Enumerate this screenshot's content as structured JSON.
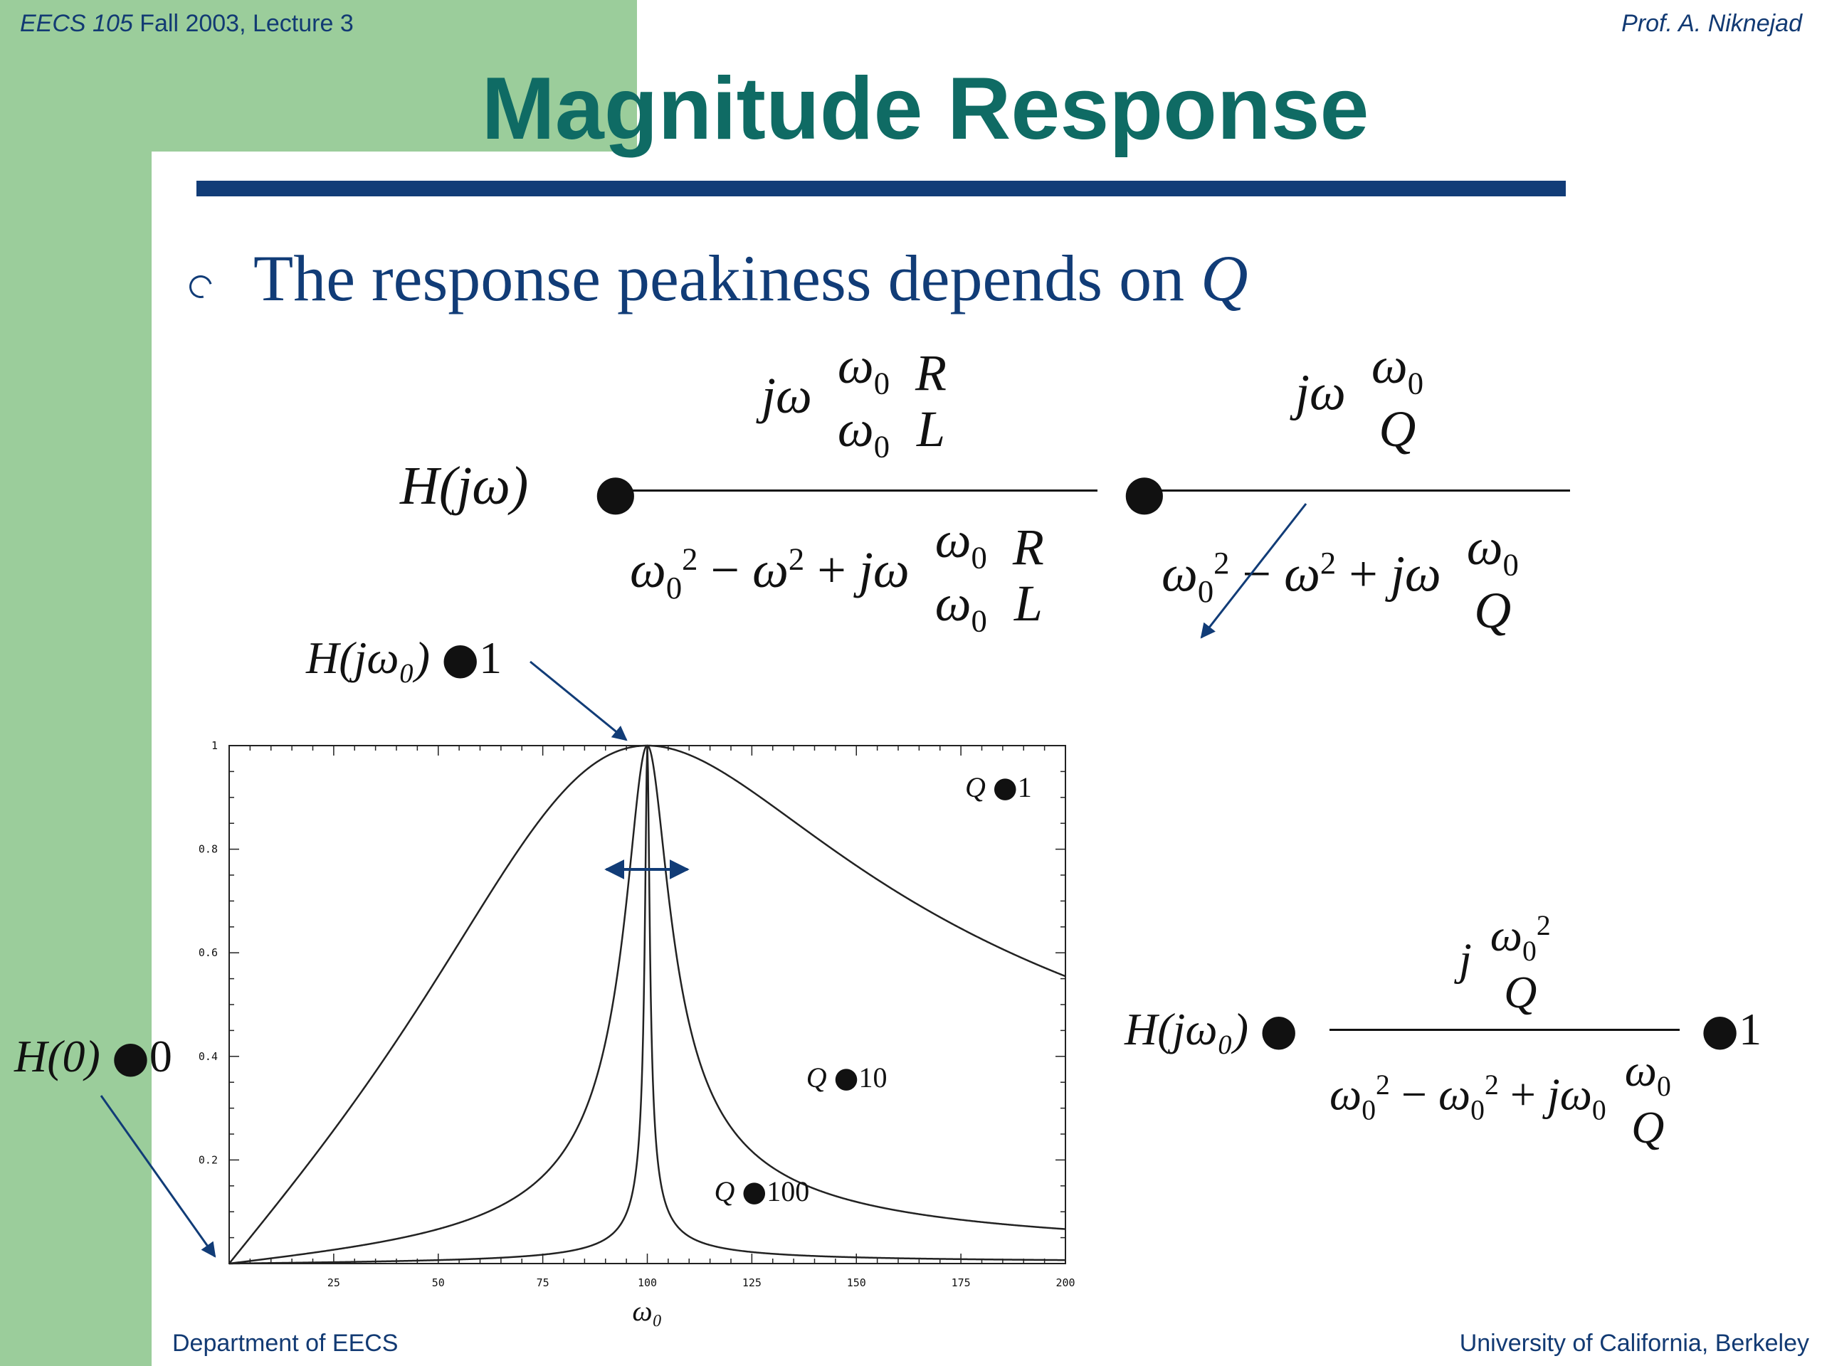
{
  "header": {
    "course": "EECS 105",
    "term": "Fall 2003, Lecture 3",
    "author": "Prof. A. Niknejad"
  },
  "title": "Magnitude Response",
  "bullet": {
    "text": "The response peakiness depends on",
    "var": "Q"
  },
  "equations": {
    "main_lhs": "H(jω)",
    "peak_lhs": "H(jω₀)",
    "peak_value": "1",
    "dc_lhs": "H(0)",
    "dc_value": "0",
    "resonance_lhs": "H(jω₀)",
    "resonance_value": "1"
  },
  "chart_data": {
    "type": "line",
    "x_label": "ω₀",
    "x_ticks": [
      25,
      50,
      75,
      100,
      125,
      150,
      175,
      200
    ],
    "y_ticks": [
      0.2,
      0.4,
      0.6,
      0.8,
      1
    ],
    "xlim": [
      0,
      200
    ],
    "ylim": [
      0,
      1
    ],
    "w0": 100,
    "series": [
      {
        "name": "Q = 1",
        "label_q": "Q",
        "label_value": "1",
        "Q": 1
      },
      {
        "name": "Q = 10",
        "label_q": "Q",
        "label_value": "10",
        "Q": 10
      },
      {
        "name": "Q = 100",
        "label_q": "Q",
        "label_value": "100",
        "Q": 100
      }
    ]
  },
  "footer": {
    "left": "Department of EECS",
    "right": "University of California, Berkeley"
  },
  "colors": {
    "green": "#9bcd9b",
    "title": "#0f6b64",
    "navy": "#113c77"
  }
}
